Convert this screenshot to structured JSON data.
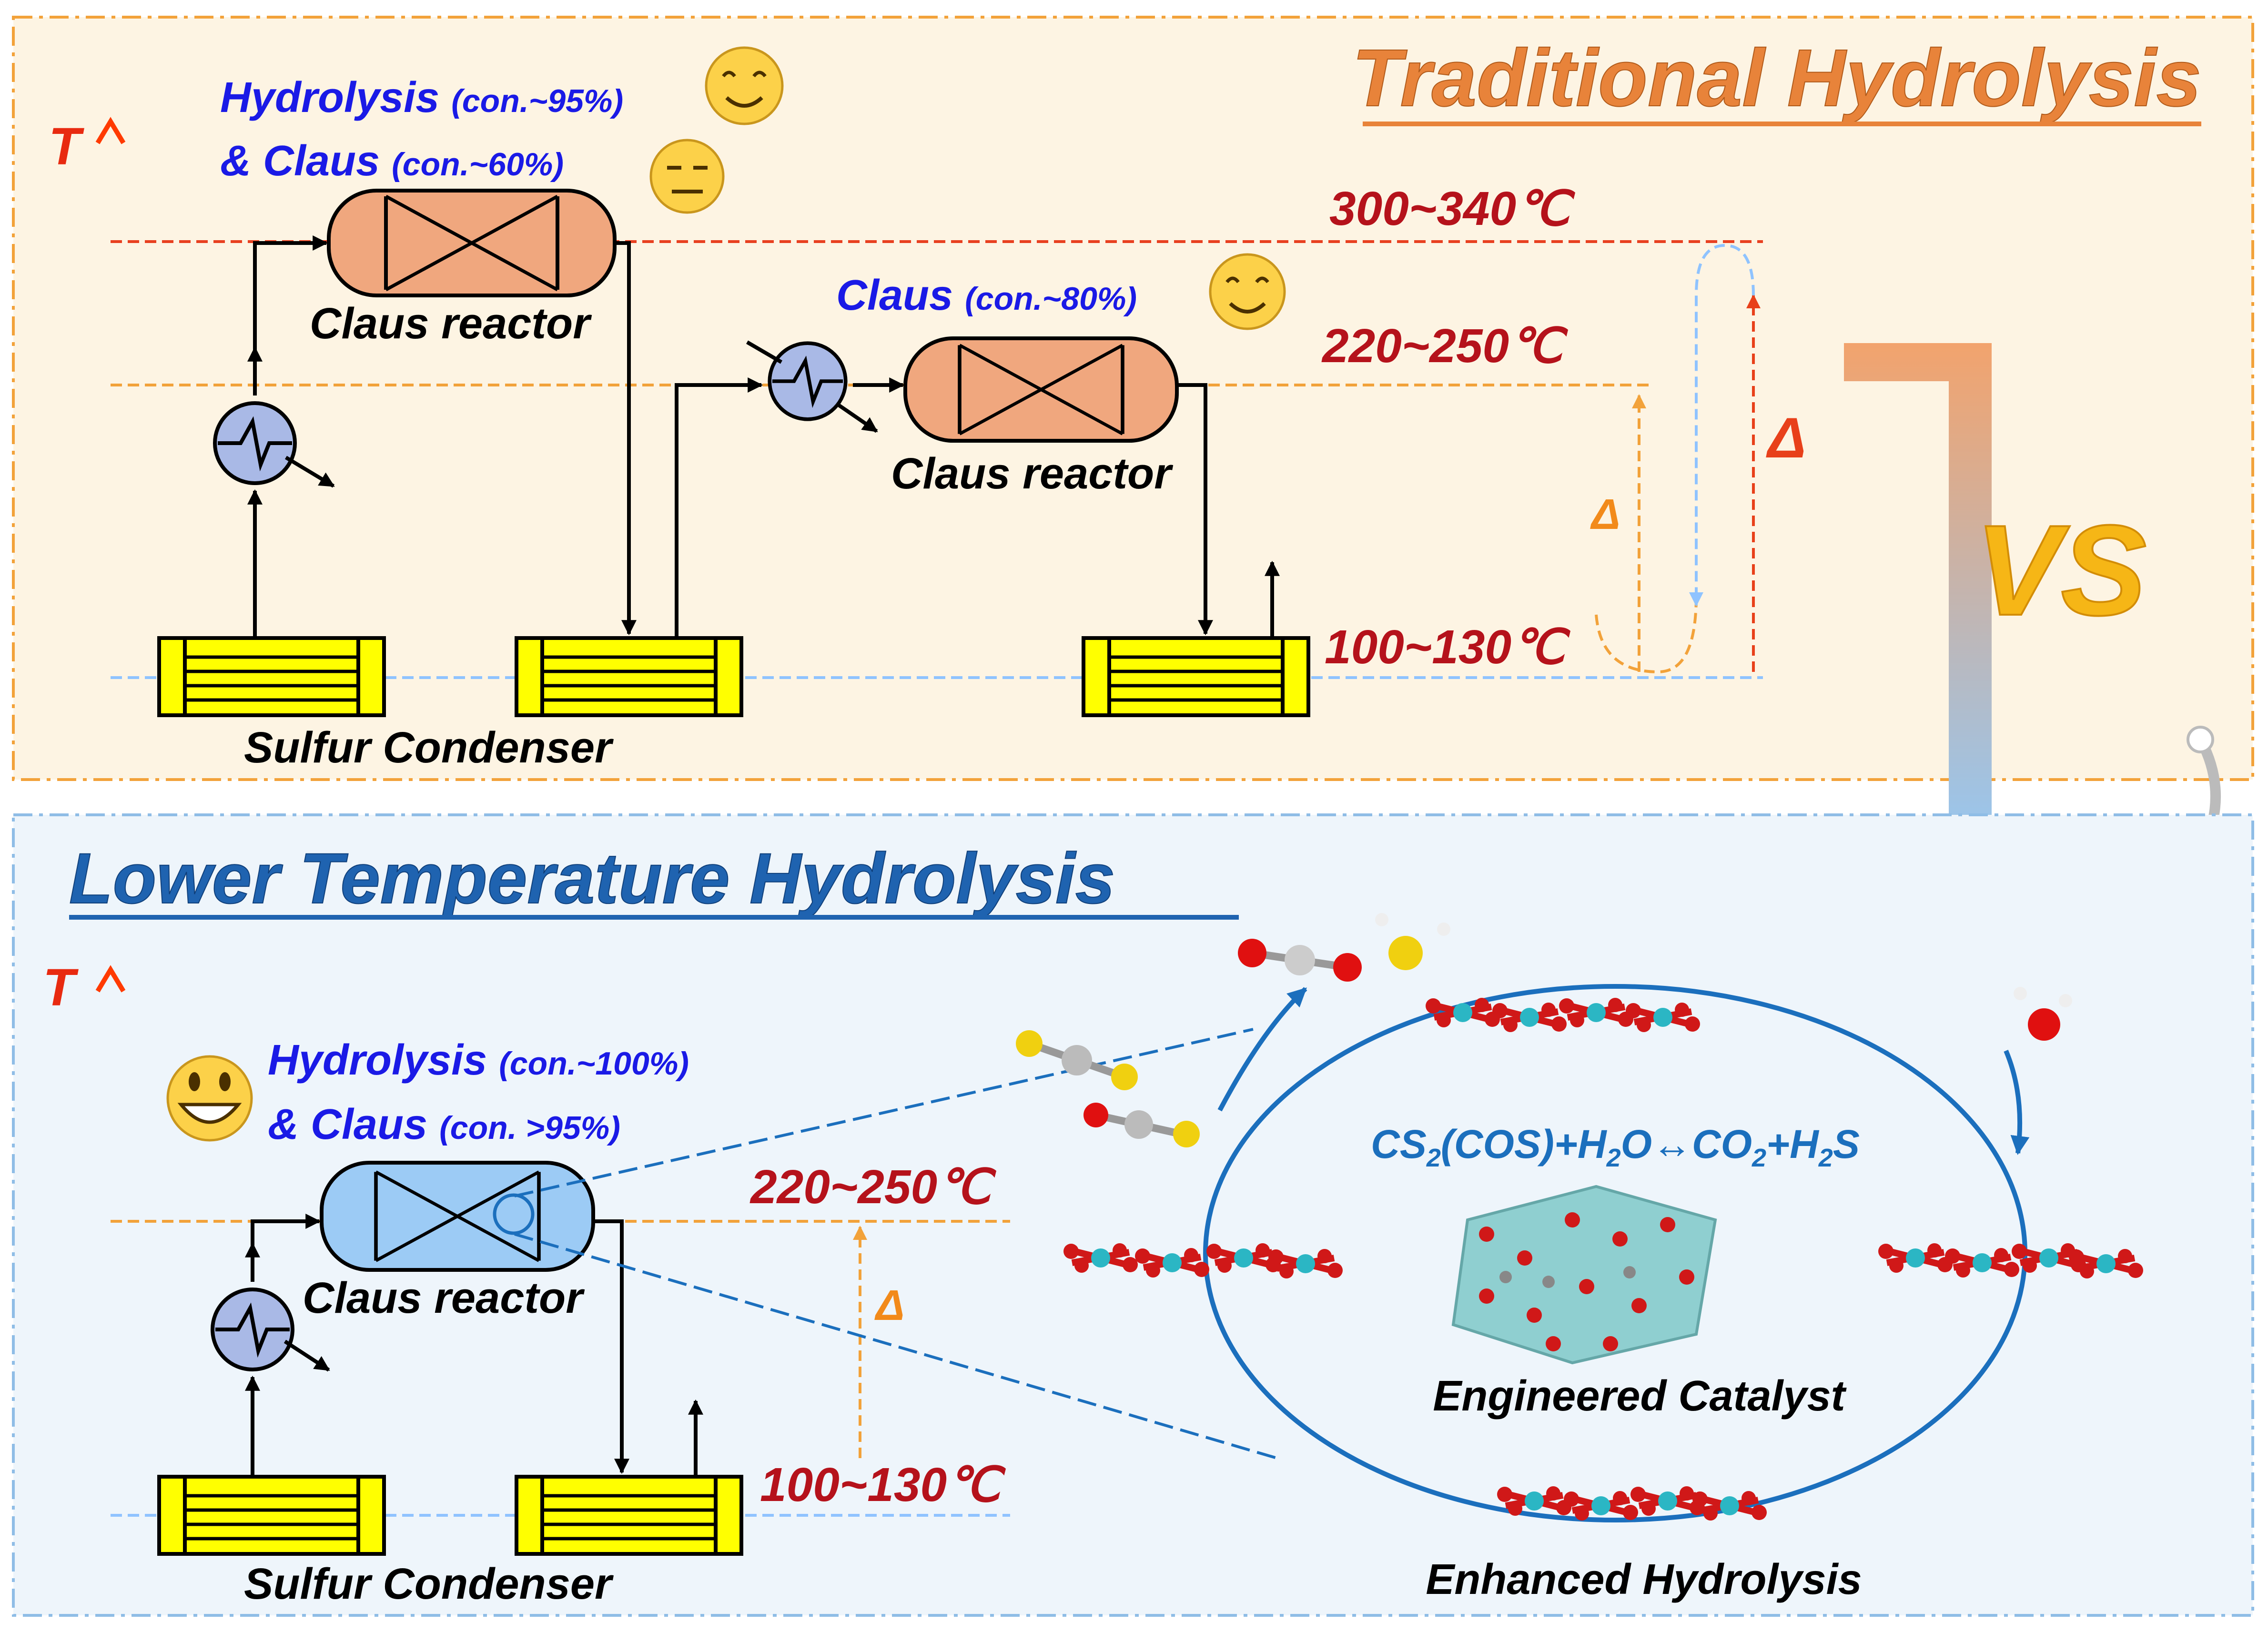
{
  "top": {
    "title": "Traditional Hydrolysis",
    "t_axis": "T",
    "reactor1_line1_main": "Hydrolysis",
    "reactor1_line1_conv": "(con.~95%)",
    "reactor1_line2_main": "& Claus",
    "reactor1_line2_conv": "(con.~60%)",
    "reactor2_main": "Claus",
    "reactor2_conv": "(con.~80%)",
    "reactor_label": "Claus reactor",
    "condenser_label": "Sulfur Condenser",
    "temp_high": "300~340℃",
    "temp_mid": "220~250℃",
    "temp_low": "100~130℃",
    "delta": "Δ"
  },
  "vs": "VS",
  "bottom": {
    "title": "Lower Temperature Hydrolysis",
    "t_axis": "T",
    "line1_main": "Hydrolysis",
    "line1_conv": "(con.~100%)",
    "line2_main": "& Claus",
    "line2_conv": "(con. >95%)",
    "reactor_label": "Claus reactor",
    "condenser_label": "Sulfur Condenser",
    "temp_mid": "220~250℃",
    "temp_low": "100~130℃",
    "delta": "Δ",
    "cycle": {
      "eq_cs": "CS",
      "eq_2a": "2",
      "eq_mid1": "(COS)+H",
      "eq_2b": "2",
      "eq_mid2": "O↔CO",
      "eq_2c": "2",
      "eq_mid3": "+H",
      "eq_2d": "2",
      "eq_end": "S",
      "catalyst": "Engineered Catalyst",
      "hydrolysis": "Enhanced Hydrolysis"
    }
  },
  "colors": {
    "top_bg": "#fdf4e3",
    "bottom_bg": "#eef5fb",
    "blue_text": "#1a1ae6",
    "temp_red": "#b5121b",
    "title_orange": "#e8833a",
    "title_blue": "#1f63b0",
    "condenser_yellow": "#ffff00",
    "reactor_orange": "#f0a77e",
    "reactor_blue": "#9ccbf5",
    "vs_gold": "#f6b616"
  }
}
